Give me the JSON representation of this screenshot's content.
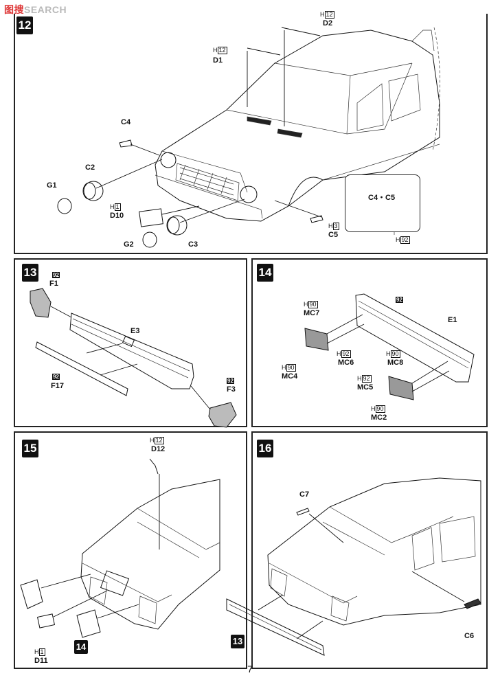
{
  "watermark": {
    "part1": "图",
    "part2": "搜",
    "part3": "SEARCH"
  },
  "page_number": "7",
  "steps": {
    "s12": "12",
    "s13": "13",
    "s14": "14",
    "s15": "15",
    "s16": "16",
    "ref14": "14",
    "ref13": "13"
  },
  "step12": {
    "D2": {
      "label": "D2",
      "h": "H",
      "box": "12"
    },
    "D1": {
      "label": "D1",
      "h": "H",
      "box": "12"
    },
    "C4": "C4",
    "C2": "C2",
    "G1": "G1",
    "D10": {
      "label": "D10",
      "h": "H",
      "box": "1"
    },
    "G2": "G2",
    "C3": "C3",
    "C5": {
      "label": "C5",
      "h": "H",
      "box": "3"
    },
    "callout": {
      "title": "C4・C5",
      "h": "H",
      "box": "92"
    }
  },
  "step13": {
    "F1": {
      "label": "F1",
      "box": "92"
    },
    "E3": "E3",
    "F17": {
      "label": "F17",
      "box": "92"
    },
    "F3": {
      "label": "F3",
      "box": "92"
    }
  },
  "step14": {
    "MC7": {
      "label": "MC7",
      "h": "H",
      "box": "90"
    },
    "E1": {
      "label": "E1",
      "box": "92"
    },
    "MC6": {
      "label": "MC6",
      "h": "H",
      "box": "92"
    },
    "MC4": {
      "label": "MC4",
      "h": "H",
      "box": "90"
    },
    "MC8": {
      "label": "MC8",
      "h": "H",
      "box": "90"
    },
    "MC5": {
      "label": "MC5",
      "h": "H",
      "box": "92"
    },
    "MC2": {
      "label": "MC2",
      "h": "H",
      "box": "90"
    }
  },
  "step15": {
    "D12": {
      "label": "D12",
      "h": "H",
      "box": "12"
    },
    "D11": {
      "label": "D11",
      "h": "H",
      "box": "1"
    }
  },
  "step16": {
    "C7": "C7",
    "C6": "C6"
  }
}
